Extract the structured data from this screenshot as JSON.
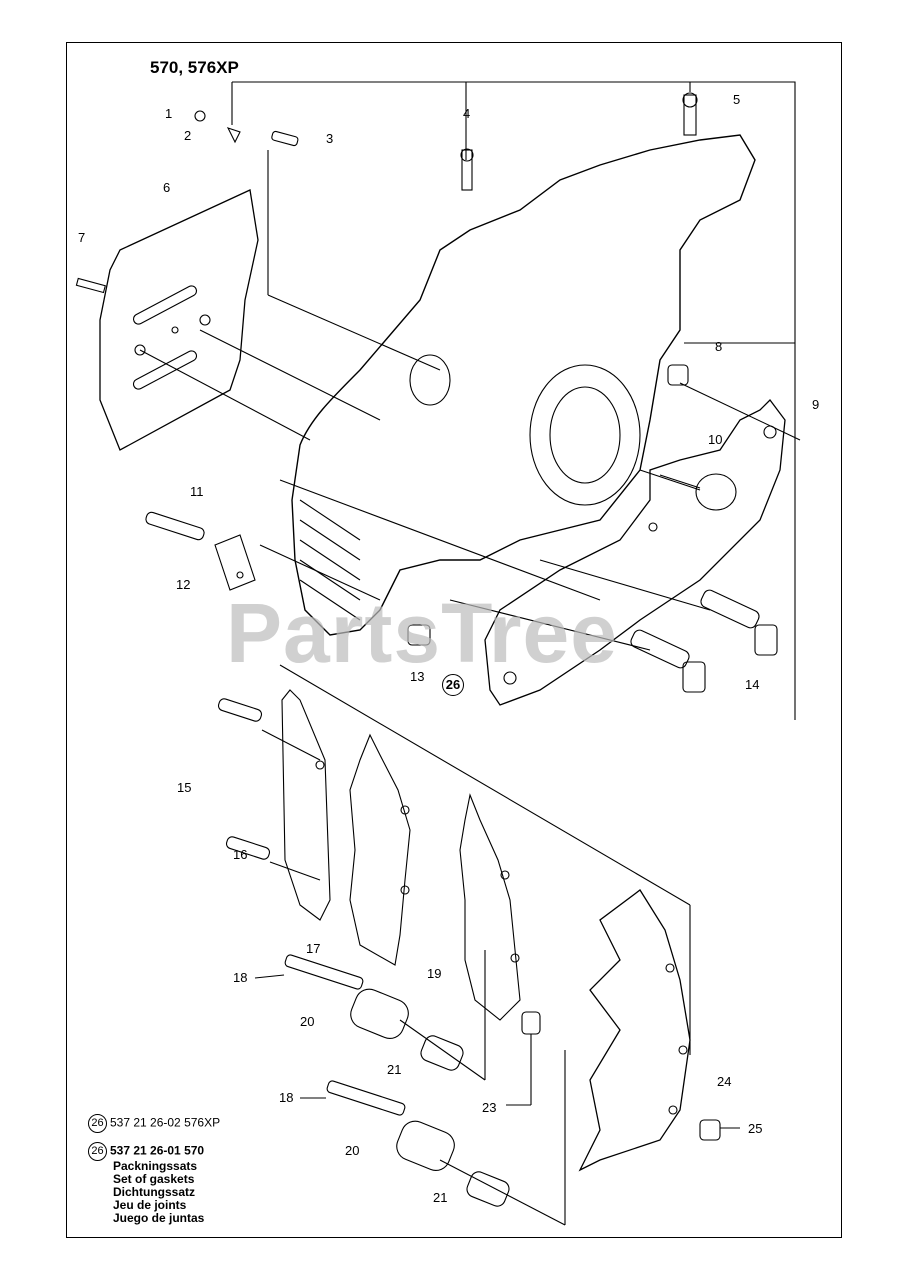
{
  "title": "570, 576XP",
  "watermark": "PartsTree",
  "callouts": {
    "c1": "1",
    "c2": "2",
    "c3": "3",
    "c4": "4",
    "c5": "5",
    "c6": "6",
    "c7": "7",
    "c8": "8",
    "c9": "9",
    "c10": "10",
    "c11": "11",
    "c12": "12",
    "c13": "13",
    "c14": "14",
    "c15": "15",
    "c16": "16",
    "c17": "17",
    "c18a": "18",
    "c18b": "18",
    "c19": "19",
    "c20a": "20",
    "c20b": "20",
    "c21a": "21",
    "c21b": "21",
    "c23": "23",
    "c24": "24",
    "c25": "25",
    "c26": "26"
  },
  "legend": {
    "item1": {
      "badge": "26",
      "text": "537 21 26-02 576XP"
    },
    "item2": {
      "badge": "26",
      "text": "537 21 26-01 570"
    },
    "translations": [
      "Packningssats",
      "Set of gaskets",
      "Dichtungssatz",
      "Jeu de joints",
      "Juego de juntas"
    ]
  }
}
